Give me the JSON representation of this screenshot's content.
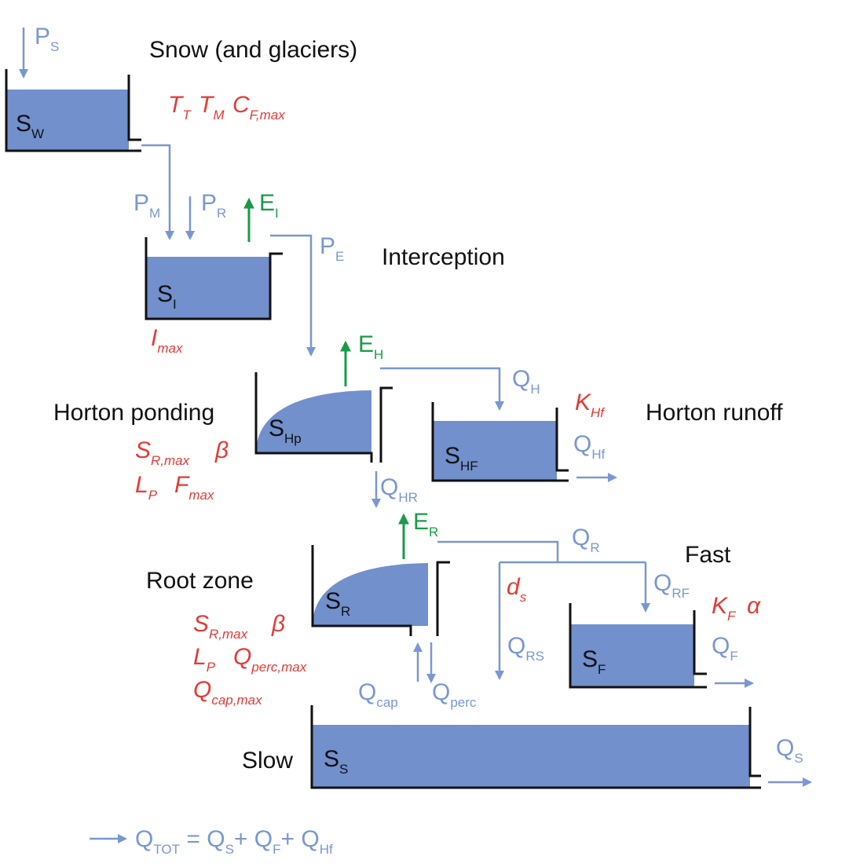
{
  "sections": {
    "snow": "Snow (and glaciers)",
    "interception": "Interception",
    "horton_ponding": "Horton ponding",
    "horton_runoff": "Horton runoff",
    "root_zone": "Root zone",
    "fast": "Fast",
    "slow": "Slow"
  },
  "stores": {
    "sw": {
      "main": "S",
      "sub": "W"
    },
    "si": {
      "main": "S",
      "sub": "I"
    },
    "shp": {
      "main": "S",
      "sub": "Hp"
    },
    "shf": {
      "main": "S",
      "sub": "HF"
    },
    "sr": {
      "main": "S",
      "sub": "R"
    },
    "sf": {
      "main": "S",
      "sub": "F"
    },
    "ss": {
      "main": "S",
      "sub": "S"
    }
  },
  "fluxes": {
    "ps": {
      "main": "P",
      "sub": "S"
    },
    "pm": {
      "main": "P",
      "sub": "M"
    },
    "pr": {
      "main": "P",
      "sub": "R"
    },
    "pe": {
      "main": "P",
      "sub": "E"
    },
    "qh": {
      "main": "Q",
      "sub": "H"
    },
    "qhf": {
      "main": "Q",
      "sub": "Hf"
    },
    "qhr": {
      "main": "Q",
      "sub": "HR"
    },
    "qr": {
      "main": "Q",
      "sub": "R"
    },
    "qrf": {
      "main": "Q",
      "sub": "RF"
    },
    "qrs": {
      "main": "Q",
      "sub": "RS"
    },
    "qf": {
      "main": "Q",
      "sub": "F"
    },
    "qcap": {
      "main": "Q",
      "sub": "cap"
    },
    "qperc": {
      "main": "Q",
      "sub": "perc"
    },
    "qs": {
      "main": "Q",
      "sub": "S"
    }
  },
  "evaporation": {
    "ei": {
      "main": "E",
      "sub": "I"
    },
    "eh": {
      "main": "E",
      "sub": "H"
    },
    "er": {
      "main": "E",
      "sub": "R"
    }
  },
  "parameters": {
    "snow": [
      {
        "main": "T",
        "sub": "T"
      },
      {
        "main": "T",
        "sub": "M"
      },
      {
        "main": "C",
        "sub": "F,max"
      }
    ],
    "interception": {
      "main": "I",
      "sub": "max"
    },
    "horton_row1": [
      {
        "main": "S",
        "sub": "R,max"
      },
      {
        "main": "β",
        "sub": ""
      }
    ],
    "horton_row2": [
      {
        "main": "L",
        "sub": "P"
      },
      {
        "main": "F",
        "sub": "max"
      }
    ],
    "hortonrunoff": {
      "main": "K",
      "sub": "Hf"
    },
    "root_row1": [
      {
        "main": "S",
        "sub": "R,max"
      },
      {
        "main": "β",
        "sub": ""
      }
    ],
    "root_row2": [
      {
        "main": "L",
        "sub": "P"
      },
      {
        "main": "Q",
        "sub": "perc,max"
      }
    ],
    "root_row3": {
      "main": "Q",
      "sub": "cap,max"
    },
    "ds": {
      "main": "d",
      "sub": "s"
    },
    "fast_row": [
      {
        "main": "K",
        "sub": "F"
      },
      {
        "main": "α",
        "sub": ""
      }
    ]
  },
  "total": {
    "q": "Q",
    "tot_sub": "TOT",
    "eq": " = ",
    "qs_main": "Q",
    "qs_sub": "S",
    "plus1": "+ ",
    "qf_main": "Q",
    "qf_sub": "F",
    "plus2": "+ ",
    "qhf_main": "Q",
    "qhf_sub": "Hf"
  },
  "colors": {
    "water": "#7190cc",
    "flux": "#7a97d0",
    "parameter": "#e23b36",
    "evaporation": "#1a9a48",
    "wall": "#111111"
  }
}
